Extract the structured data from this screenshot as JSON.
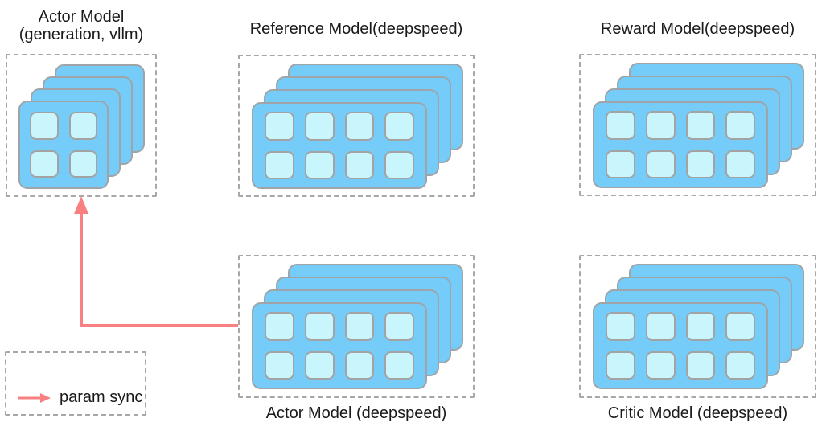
{
  "diagram": {
    "nodes": {
      "actor_vllm": {
        "title_line1": "Actor Model",
        "title_line2": "(generation, vllm)"
      },
      "reference": {
        "title": "Reference Model(deepspeed)"
      },
      "reward": {
        "title": "Reward Model(deepspeed)"
      },
      "actor_ds": {
        "label": "Actor Model (deepspeed)"
      },
      "critic": {
        "label": "Critic Model (deepspeed)"
      }
    },
    "legend": {
      "label": "param sync"
    },
    "colors": {
      "card": "#75ccf8",
      "cell": "#c9f6fd",
      "card_border": "#9ea4a8",
      "cell_border": "#a3a3a3",
      "dash_border": "#a8a8a8",
      "arrow": "#f98080",
      "text": "#1a1a1a"
    },
    "stacks": [
      {
        "id": "actor_vllm",
        "size": "small",
        "layers": 4,
        "cols": 2,
        "rows": 2
      },
      {
        "id": "reference",
        "size": "wide",
        "layers": 4,
        "cols": 4,
        "rows": 2
      },
      {
        "id": "reward",
        "size": "wide",
        "layers": 4,
        "cols": 4,
        "rows": 2
      },
      {
        "id": "actor_ds",
        "size": "wide",
        "layers": 4,
        "cols": 4,
        "rows": 2
      },
      {
        "id": "critic",
        "size": "wide",
        "layers": 4,
        "cols": 4,
        "rows": 2
      }
    ]
  }
}
